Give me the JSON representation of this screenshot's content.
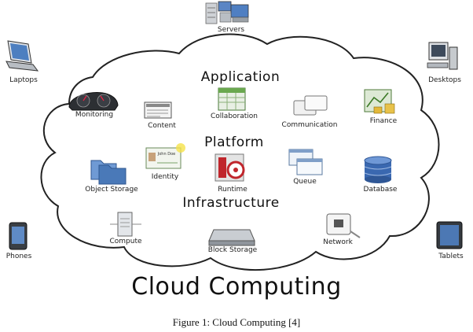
{
  "diagram": {
    "title": "Cloud Computing",
    "caption": "Figure 1: Cloud Computing [4]",
    "sections": {
      "application": "Application",
      "platform": "Platform",
      "infrastructure": "Infrastructure"
    },
    "devices": {
      "servers": "Servers",
      "laptops": "Laptops",
      "desktops": "Desktops",
      "phones": "Phones",
      "tablets": "Tablets"
    },
    "application_items": {
      "monitoring": "Monitoring",
      "content": "Content",
      "collaboration": "Collaboration",
      "communication": "Communication",
      "finance": "Finance"
    },
    "platform_items": {
      "object_storage": "Object Storage",
      "identity": "Identity",
      "identity_card_text": "John Doe",
      "runtime": "Runtime",
      "queue": "Queue",
      "database": "Database"
    },
    "infrastructure_items": {
      "compute": "Compute",
      "block_storage": "Block Storage",
      "network": "Network"
    },
    "colors": {
      "cloud_outline": "#222222",
      "folder_blue": "#4a79b8",
      "database_blue": "#3a68b0",
      "finance_green": "#5f9e3a",
      "runtime_red": "#c0262c"
    }
  }
}
